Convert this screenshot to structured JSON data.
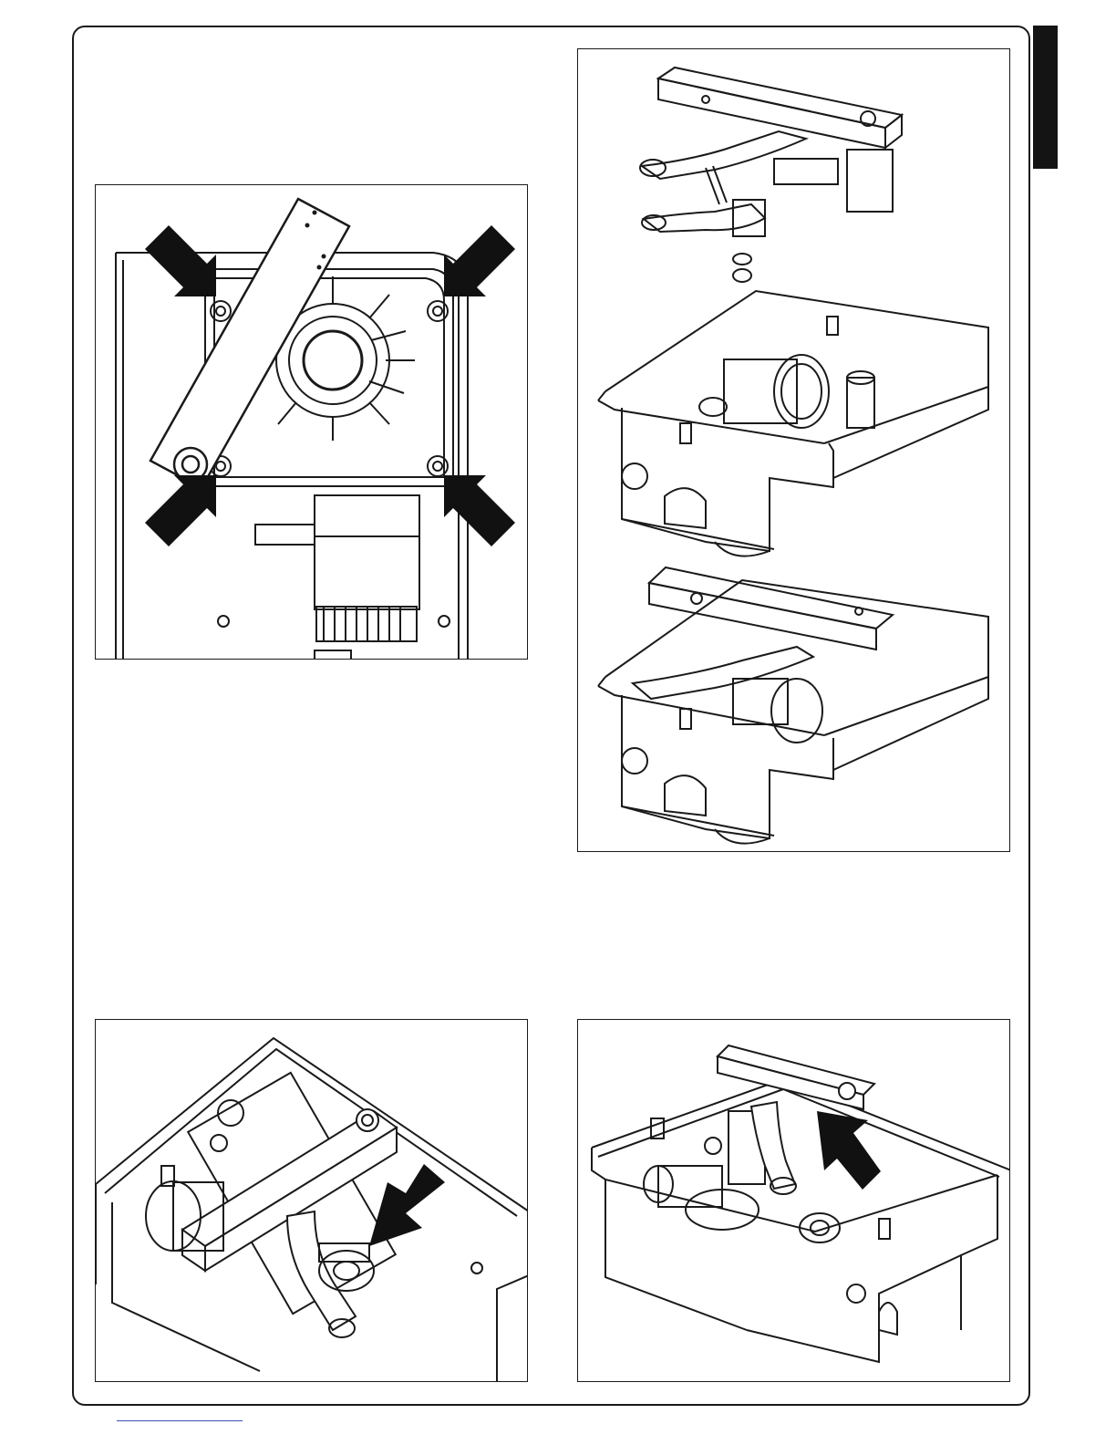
{
  "page": {
    "side_tab_color": "#141414",
    "rule_color": "#3a4fb5"
  },
  "figures": [
    {
      "id": "fig-top-view",
      "icons": [
        "arrow-icon",
        "arrow-icon",
        "arrow-icon",
        "arrow-icon"
      ]
    },
    {
      "id": "fig-exploded-assembly",
      "icons": []
    },
    {
      "id": "fig-perspective-arrow",
      "icons": [
        "arrow-icon"
      ]
    },
    {
      "id": "fig-perspective-arrow-2",
      "icons": [
        "arrow-icon"
      ]
    }
  ]
}
